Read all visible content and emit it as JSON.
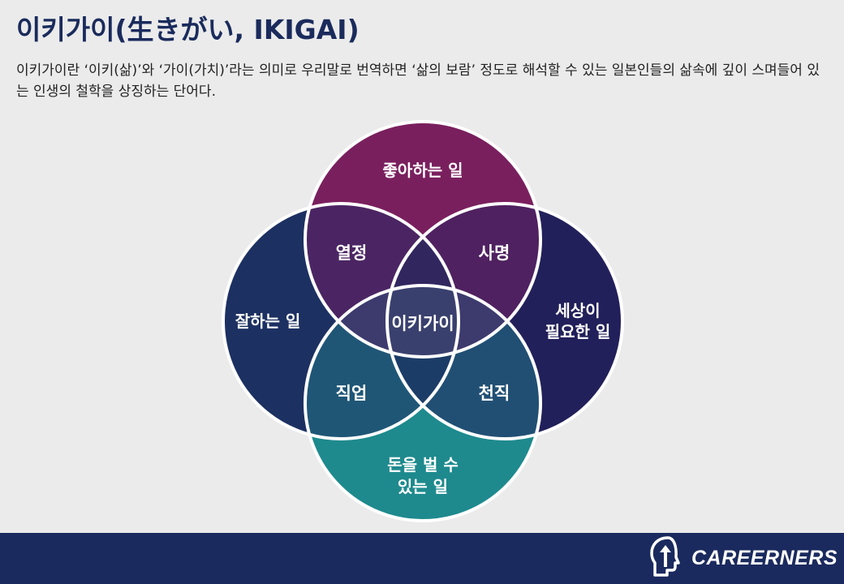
{
  "title": "이키가이(生きがい, IKIGAI)",
  "description": "이키가이란 ‘이키(삶)’와 ‘가이(가치)’라는 의미로 우리말로 번역하면 ‘삶의 보람’ 정도로 해석할 수 있는 일본인들의 삶속에 깊이 스며들어 있는 인생의 철학을 상징하는 단어다.",
  "diagram": {
    "circles": {
      "top": {
        "label": "좋아하는 일",
        "color": "#7a1f5e"
      },
      "left": {
        "label": "잘하는 일",
        "color": "#1c3062"
      },
      "right": {
        "label_line1": "세상이",
        "label_line2": "필요한 일",
        "color": "#22205a"
      },
      "bottom": {
        "label_line1": "돈을 벌 수",
        "label_line2": "있는 일",
        "color": "#1e8a8e"
      }
    },
    "overlaps": {
      "top_left": "열정",
      "top_right": "사명",
      "bottom_left": "직업",
      "bottom_right": "천직",
      "center": "이키가이"
    }
  },
  "footer": {
    "logo_text": "CAREERNERS",
    "logo_icon": "head-arrow-icon",
    "color": "#1b2a5e"
  }
}
